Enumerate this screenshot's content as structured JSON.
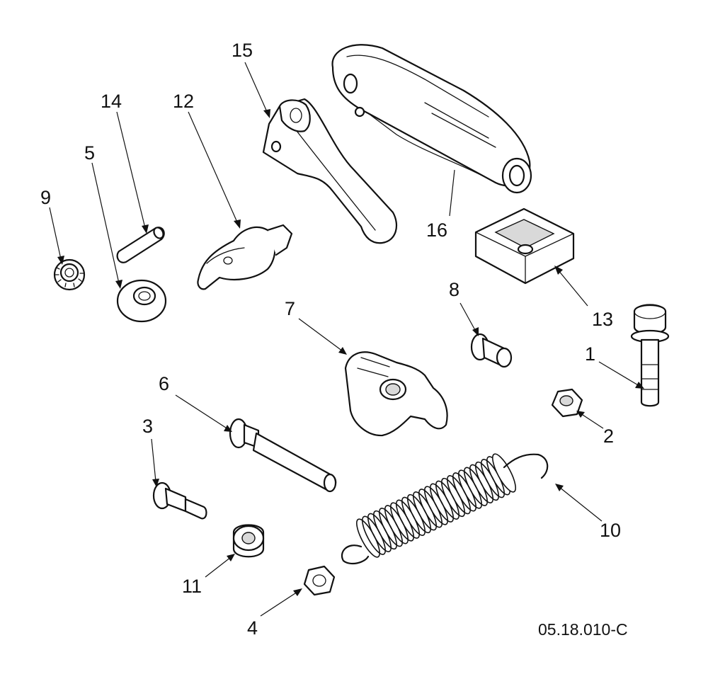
{
  "diagram": {
    "drawing_number": "05.18.010-C",
    "parts": [
      {
        "id": "1",
        "name": "flange-bolt"
      },
      {
        "id": "2",
        "name": "lock-nut"
      },
      {
        "id": "3",
        "name": "shoulder-bolt"
      },
      {
        "id": "4",
        "name": "flange-nut"
      },
      {
        "id": "5",
        "name": "washer"
      },
      {
        "id": "6",
        "name": "pivot-bolt"
      },
      {
        "id": "7",
        "name": "cam-bracket"
      },
      {
        "id": "8",
        "name": "carriage-bolt"
      },
      {
        "id": "9",
        "name": "serrated-flange-nut"
      },
      {
        "id": "10",
        "name": "extension-spring"
      },
      {
        "id": "11",
        "name": "spacer-bushing"
      },
      {
        "id": "12",
        "name": "latch-bracket"
      },
      {
        "id": "13",
        "name": "square-bumper"
      },
      {
        "id": "14",
        "name": "roll-pin"
      },
      {
        "id": "15",
        "name": "lever-arm"
      },
      {
        "id": "16",
        "name": "handle-grip"
      }
    ]
  }
}
